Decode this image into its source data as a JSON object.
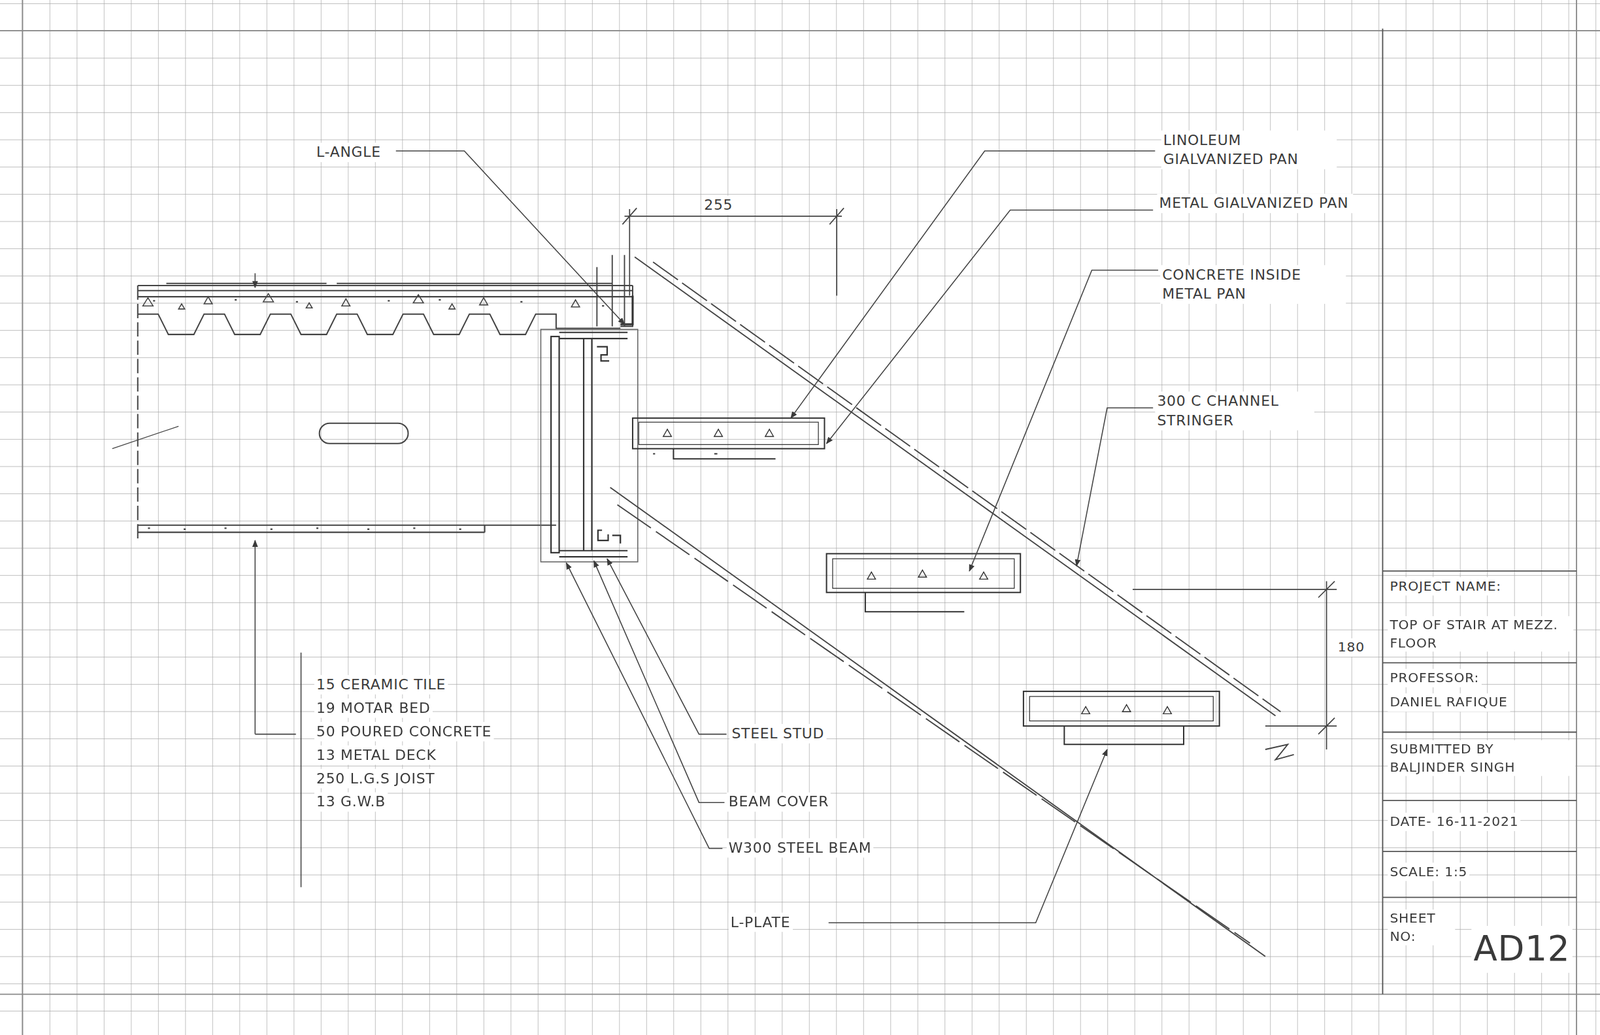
{
  "diagram": {
    "labels": [
      "L-ANGLE",
      "255",
      "LINOLEUM GIALVANIZED PAN",
      "METAL GIALVANIZED PAN",
      "CONCRETE INSIDE METAL PAN",
      "300 C CHANNEL STRINGER",
      "180",
      "15 CERAMIC TILE",
      "19 MOTAR BED",
      "50 POURED CONCRETE",
      "13 METAL DECK",
      "250 L.G.S JOIST",
      "13 G.W.B",
      "STEEL STUD",
      "BEAM COVER",
      "W300 STEEL BEAM",
      "L-PLATE",
      "PROJECT NAME:",
      "TOP OF STAIR AT MEZZ. FLOOR",
      "PROFESSOR:",
      "DANIEL RAFIQUE",
      "SUBMITTED BY BALJINDER SINGH",
      "DATE- 16-11-2021",
      "SCALE: 1:5",
      "SHEET NO:",
      "AD12"
    ]
  }
}
